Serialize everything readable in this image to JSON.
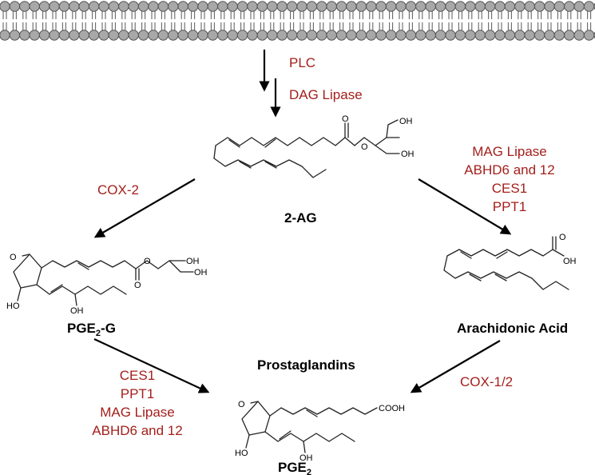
{
  "enzymes": {
    "plc": "PLC",
    "dag_lipase": "DAG Lipase",
    "cox2": "COX-2",
    "hydrolases_right": [
      "MAG Lipase",
      "ABHD6 and 12",
      "CES1",
      "PPT1"
    ],
    "hydrolases_left": [
      "CES1",
      "PPT1",
      "MAG Lipase",
      "ABHD6 and 12"
    ],
    "cox12": "COX-1/2"
  },
  "compounds": {
    "two_ag": "2-AG",
    "pge2g_base": "PGE",
    "pge2g_sub": "2",
    "pge2g_suffix": "-G",
    "arachidonic_acid": "Arachidonic Acid",
    "prostaglandins": "Prostaglandins",
    "pge2_base": "PGE",
    "pge2_sub": "2"
  },
  "atoms": {
    "oh": "OH",
    "o": "O",
    "cooh": "COOH",
    "ho": "HO"
  },
  "colors": {
    "enzyme_text": "#a3201c",
    "membrane_head": "#a8a8a8"
  }
}
